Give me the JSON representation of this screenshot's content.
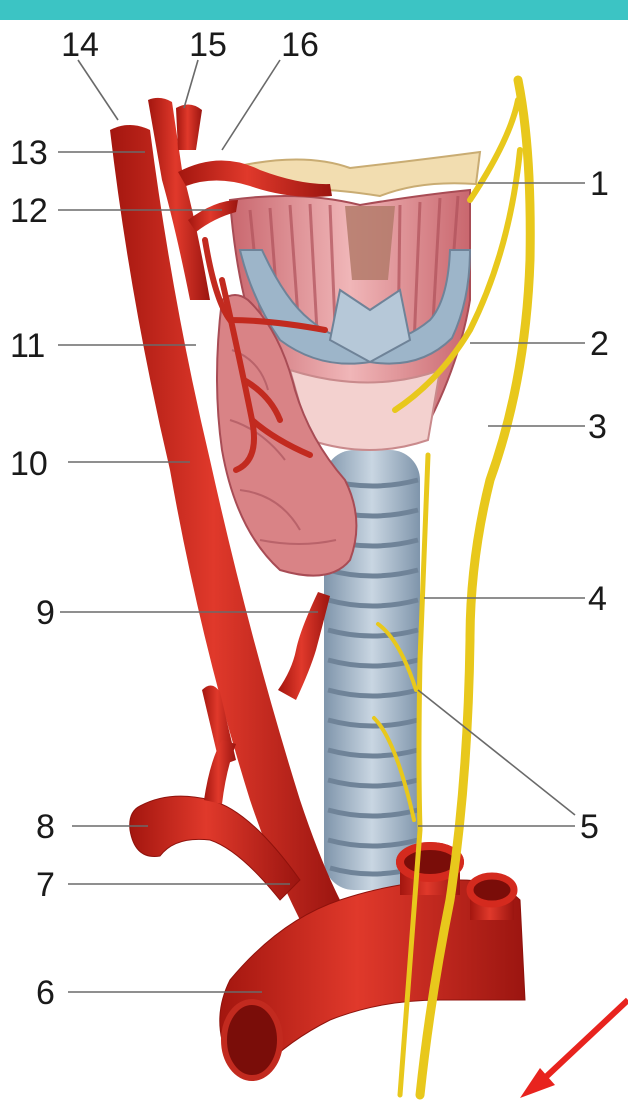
{
  "colors": {
    "top_bar": "#3cc4c4",
    "artery": "#d42a1e",
    "artery_dark": "#9b1510",
    "nerve": "#e8c81c",
    "trachea": "#9fb4c8",
    "cartilage": "#9db5c9",
    "muscle": "#d98a8f",
    "bone": "#f2ddb0",
    "thyroid": "#d98386",
    "arrow": "#e8231e",
    "leader": "#6a6a6a"
  },
  "labels": {
    "l1": "1",
    "l2": "2",
    "l3": "3",
    "l4": "4",
    "l5": "5",
    "l6": "6",
    "l7": "7",
    "l8": "8",
    "l9": "9",
    "l10": "10",
    "l11": "11",
    "l12": "12",
    "l13": "13",
    "l14": "14",
    "l15": "15",
    "l16": "16"
  }
}
